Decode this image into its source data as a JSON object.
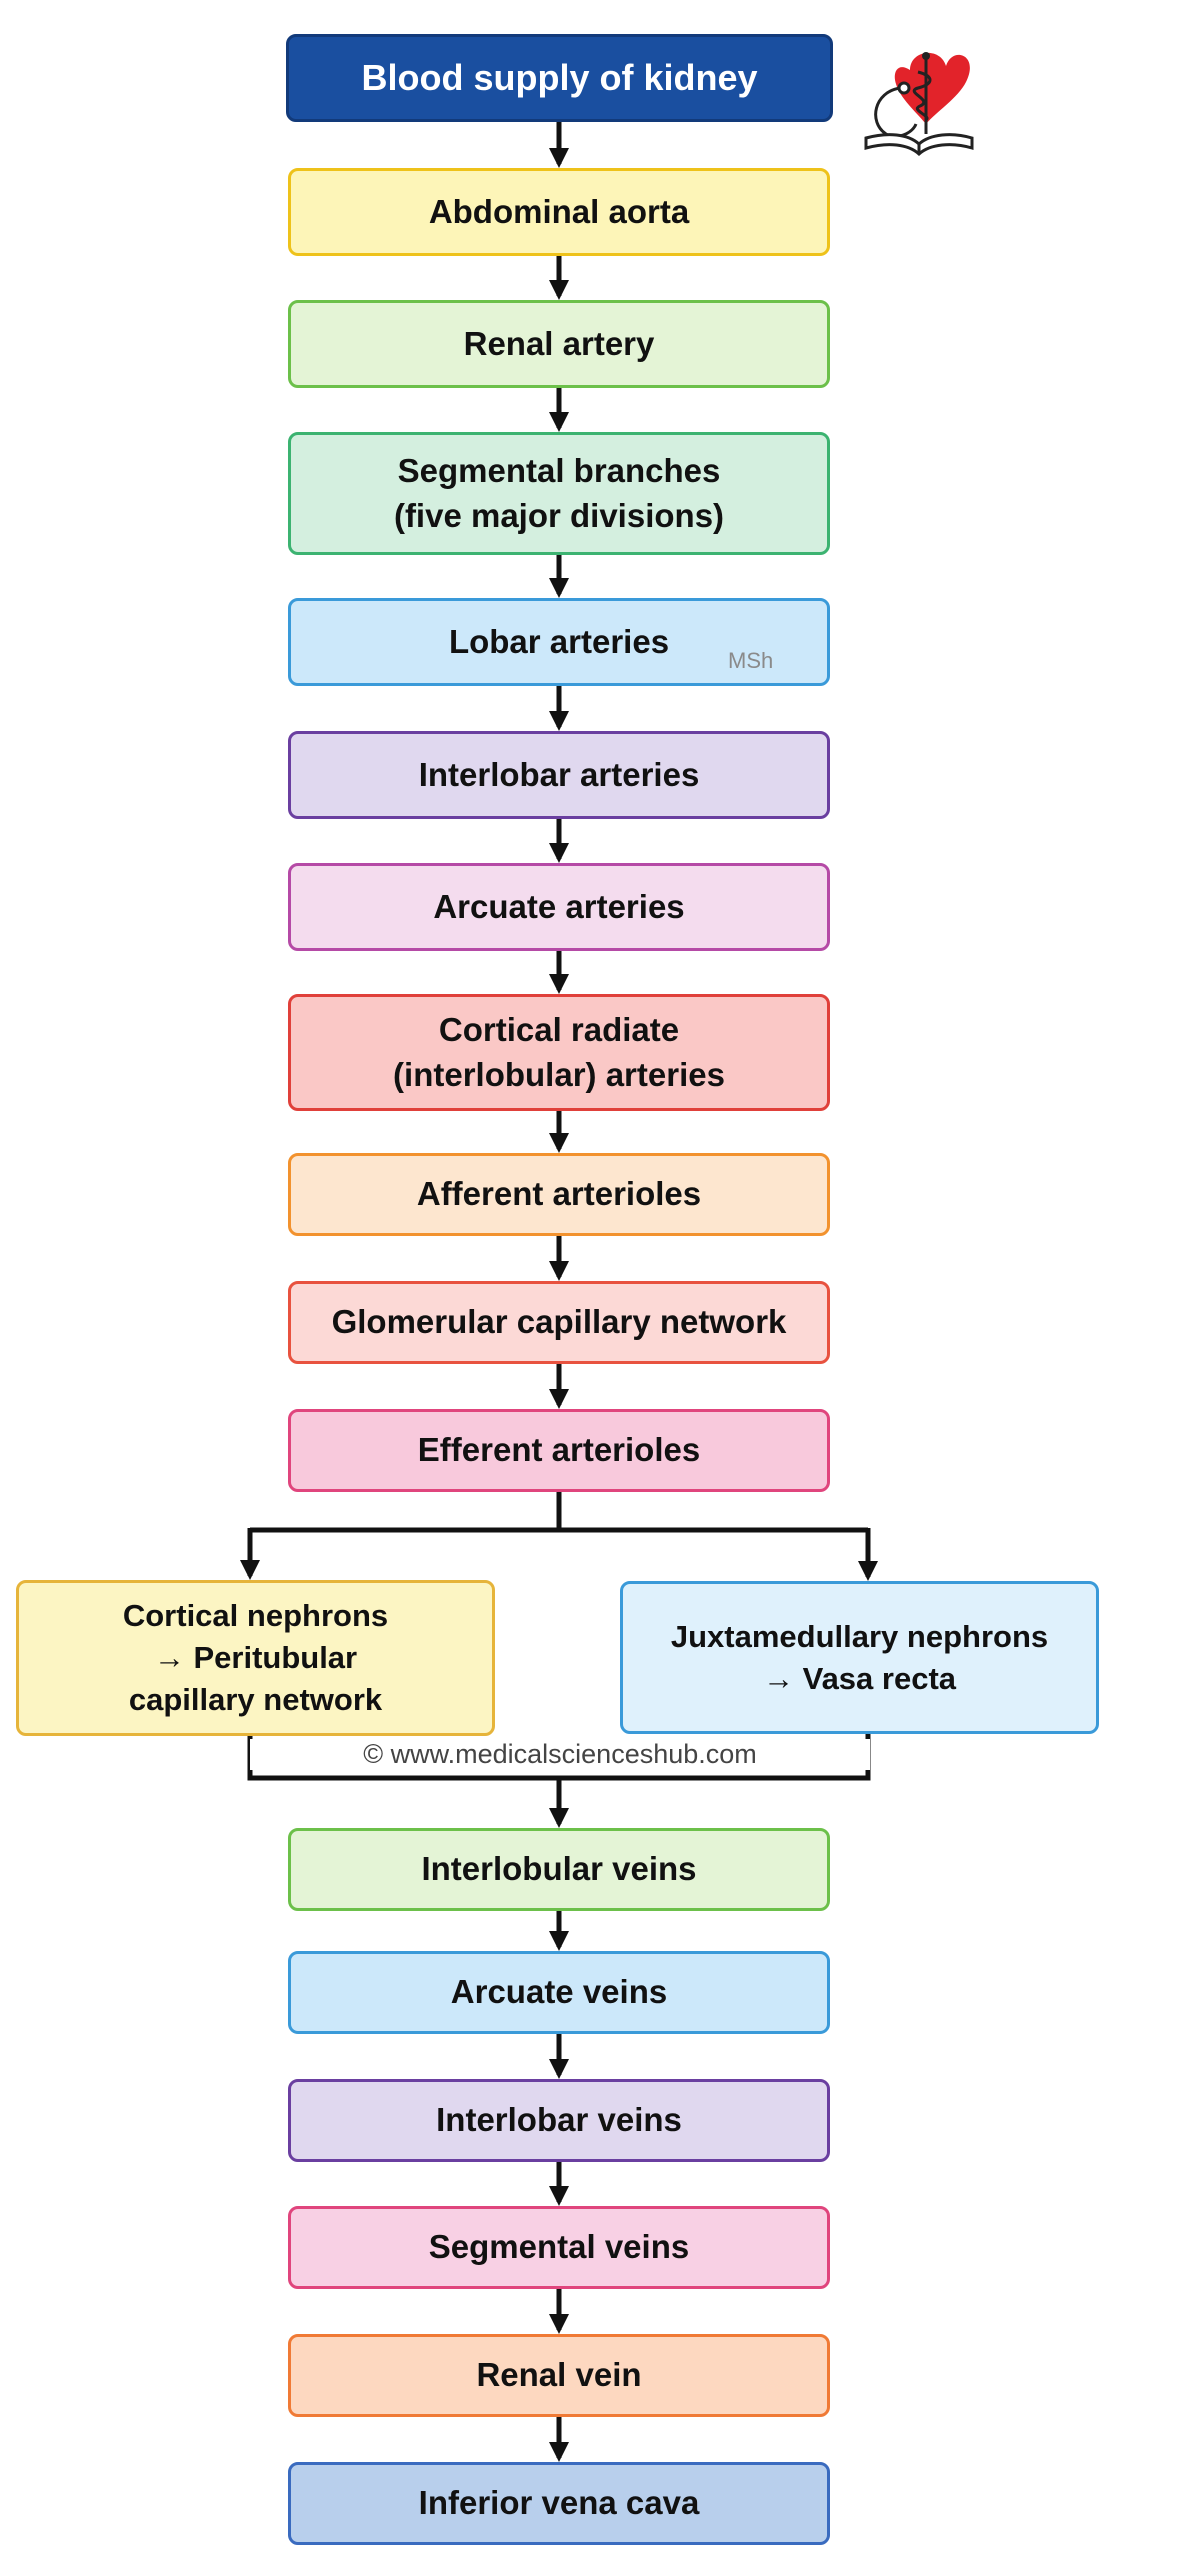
{
  "title": "Blood supply of kidney",
  "watermark_short": "MSh",
  "copyright": "© www.medicalscienceshub.com",
  "colors": {
    "title_fill": "#1a4fa0",
    "title_border": "#123a7a",
    "connector": "#111111"
  },
  "arterial_path": [
    {
      "lines": [
        "Abdominal aorta"
      ],
      "fill": "#fdf5b8",
      "border": "#eec21a"
    },
    {
      "lines": [
        "Renal artery"
      ],
      "fill": "#e4f4d6",
      "border": "#6cc04a"
    },
    {
      "lines": [
        "Segmental branches",
        "(five major divisions)"
      ],
      "fill": "#d4efdf",
      "border": "#3cb371"
    },
    {
      "lines": [
        "Lobar arteries"
      ],
      "fill": "#cce8fa",
      "border": "#3a9ad9"
    },
    {
      "lines": [
        "Interlobar arteries"
      ],
      "fill": "#e0d8ef",
      "border": "#6a3fa0"
    },
    {
      "lines": [
        "Arcuate arteries"
      ],
      "fill": "#f4dcee",
      "border": "#b54aa6"
    },
    {
      "lines": [
        "Cortical radiate",
        "(interlobular) arteries"
      ],
      "fill": "#fac8c6",
      "border": "#e0403a"
    },
    {
      "lines": [
        "Afferent arterioles"
      ],
      "fill": "#fde6cf",
      "border": "#f2922e"
    },
    {
      "lines": [
        "Glomerular capillary network"
      ],
      "fill": "#fcd9d6",
      "border": "#e8523f"
    },
    {
      "lines": [
        "Efferent arterioles"
      ],
      "fill": "#f8c9dc",
      "border": "#e0457d"
    }
  ],
  "branches": [
    {
      "lines": [
        "Cortical nephrons",
        "→ Peritubular",
        "capillary network"
      ],
      "fill": "#fcf5c3",
      "border": "#e6b43a"
    },
    {
      "lines": [
        "Juxtamedullary nephrons",
        "→ Vasa recta"
      ],
      "fill": "#dff1fc",
      "border": "#3a9ad9"
    }
  ],
  "venous_path": [
    {
      "lines": [
        "Interlobular veins"
      ],
      "fill": "#e4f4d6",
      "border": "#6cc04a"
    },
    {
      "lines": [
        "Arcuate veins"
      ],
      "fill": "#cce8fa",
      "border": "#3a9ad9"
    },
    {
      "lines": [
        "Interlobar veins"
      ],
      "fill": "#e0d8ef",
      "border": "#6a3fa0"
    },
    {
      "lines": [
        "Segmental veins"
      ],
      "fill": "#f8d0e4",
      "border": "#e0457d"
    },
    {
      "lines": [
        "Renal vein"
      ],
      "fill": "#fdd8c0",
      "border": "#f07a35"
    },
    {
      "lines": [
        "Inferior vena cava"
      ],
      "fill": "#b8cfec",
      "border": "#3a6bbf"
    }
  ]
}
